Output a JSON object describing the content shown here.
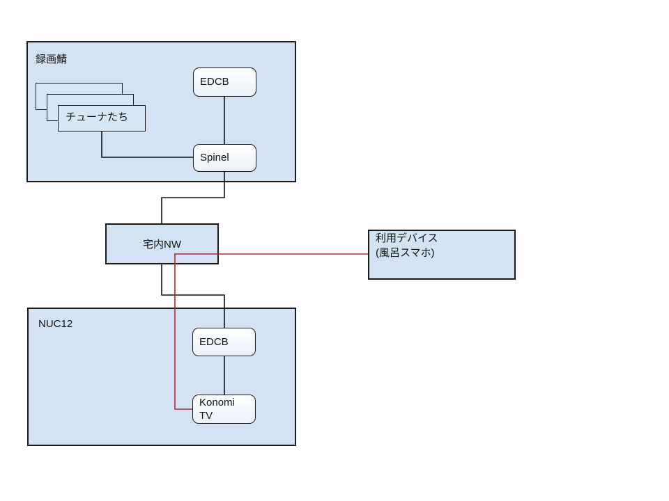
{
  "colors": {
    "background": "#ffffff",
    "container-fill": "#d3e3f3",
    "stack-fill": "#d7e6f5",
    "node-fill-top": "#ffffff",
    "node-fill-bottom": "#e9f1fa",
    "border": "#1a1a1a",
    "connector": "#111111",
    "highlight": "#b22a2e",
    "text": "#111111"
  },
  "nodes": {
    "recording_server": {
      "label": "録画鯖"
    },
    "tuners": {
      "label": "チューナたち"
    },
    "edcb_recorder": {
      "label": "EDCB"
    },
    "spinel": {
      "label": "Spinel"
    },
    "home_network": {
      "label": "宅内NW"
    },
    "client_device": {
      "line1": "利用デバイス",
      "line2": "(風呂スマホ)"
    },
    "nuc12": {
      "label": "NUC12"
    },
    "edcb_nuc12": {
      "label": "EDCB"
    },
    "konomitv": {
      "line1": "Konomi",
      "line2": "TV"
    }
  },
  "edges": [
    {
      "from": "tuners",
      "to": "spinel",
      "color": "black"
    },
    {
      "from": "edcb_recorder",
      "to": "spinel",
      "color": "black"
    },
    {
      "from": "spinel",
      "to": "home_network",
      "color": "black"
    },
    {
      "from": "home_network",
      "to": "edcb_nuc12",
      "color": "black"
    },
    {
      "from": "edcb_nuc12",
      "to": "konomitv",
      "color": "black"
    },
    {
      "from": "client_device",
      "to": "konomitv",
      "color": "red"
    }
  ]
}
